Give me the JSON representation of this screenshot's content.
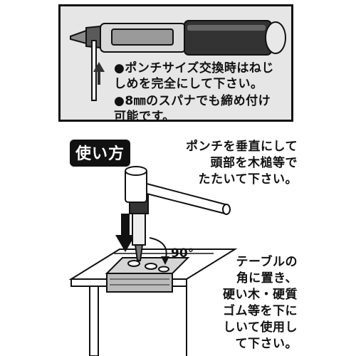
{
  "notes": {
    "note1_lines": [
      "●ポンチサイズ交換時はねじ",
      "しめを完全にして下さい。"
    ],
    "note2_lines": [
      "●8㎜のスパナでも締め付け",
      "可能です。"
    ]
  },
  "usage": {
    "title": "使い方",
    "text1_lines": [
      "ポンチを垂直にして",
      "頭部を木槌等で",
      "たたいて下さい。"
    ],
    "angle_label": "90°",
    "text2_lines": [
      "テーブルの",
      "角に置き、",
      "硬い木・硬質",
      "ゴム等を下に",
      "しいて使用し",
      "て下さい。"
    ]
  }
}
